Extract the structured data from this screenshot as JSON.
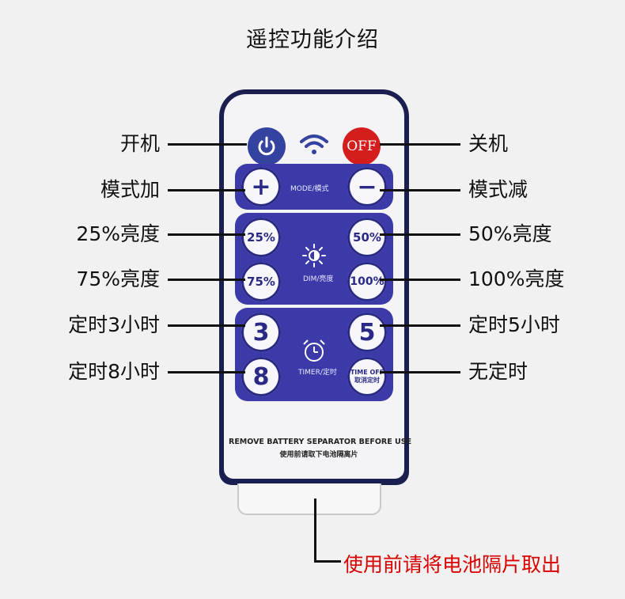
{
  "title": "遥控功能介绍",
  "left_labels": [
    "开机",
    "模式加",
    "25%亮度",
    "75%亮度",
    "定时3小时",
    "定时8小时"
  ],
  "right_labels": [
    "关机",
    "模式减",
    "50%亮度",
    "100%亮度",
    "定时5小时",
    "无定时"
  ],
  "remote": {
    "off_button": "OFF",
    "mode_text": "MODE/模式",
    "plus": "+",
    "minus": "−",
    "b25": "25%",
    "b50": "50%",
    "b75": "75%",
    "b100": "100%",
    "dim_text": "DIM/亮度",
    "b3": "3",
    "b5": "5",
    "b8": "8",
    "timer_text": "TIMER/定时",
    "timeoff_top": "TIME OFF",
    "timeoff_bottom": "取消定时",
    "separator_en": "REMOVE BATTERY SEPARATOR BEFORE USE",
    "separator_cn": "使用前请取下电池隔离片"
  },
  "note": "使用前请将电池隔片取出",
  "colors": {
    "remote_body": "#1a1f4f",
    "panel": "#3b3aa8",
    "off_red": "#d41e1e",
    "note_red": "#d80000"
  }
}
